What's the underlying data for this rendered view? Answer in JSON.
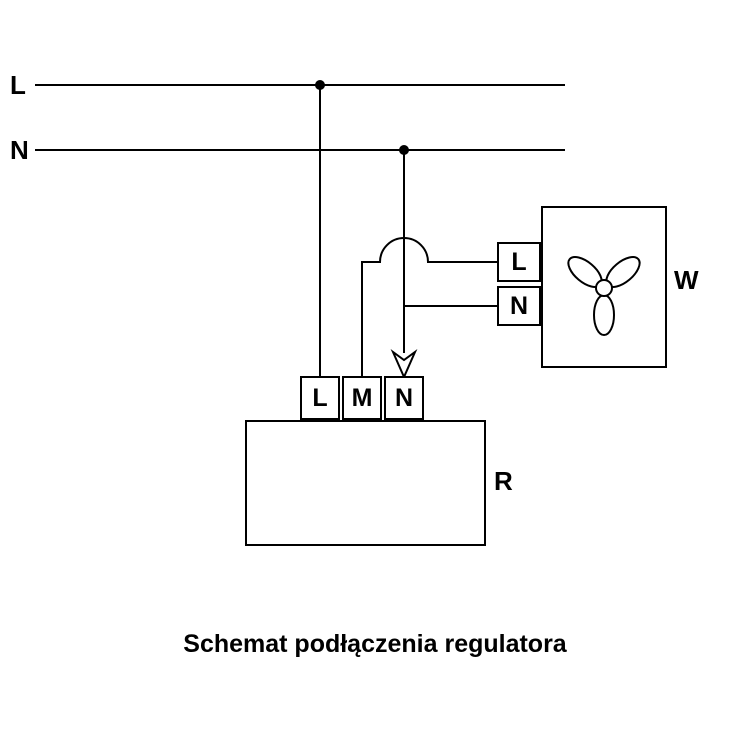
{
  "caption": "Schemat podłączenia regulatora",
  "mains": {
    "l_label": "L",
    "n_label": "N"
  },
  "regulator": {
    "label": "R",
    "terminals": [
      "L",
      "M",
      "N"
    ]
  },
  "fan": {
    "label": "W",
    "terminals": [
      "L",
      "N"
    ]
  },
  "colors": {
    "line": "#000000",
    "background": "#ffffff",
    "text": "#000000"
  }
}
